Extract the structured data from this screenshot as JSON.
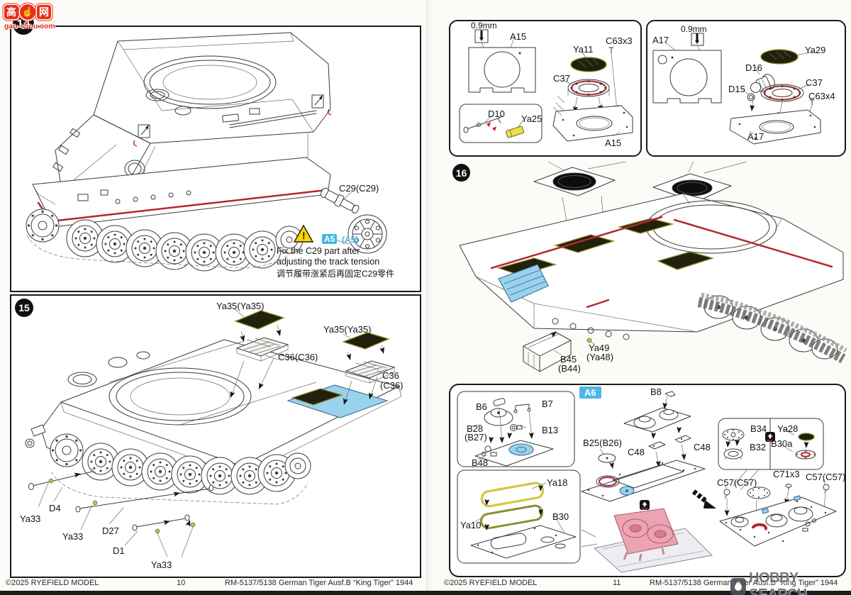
{
  "watermarks": {
    "gaoshou": {
      "cn1": "高",
      "cn2": "网",
      "thumb": "☝",
      "site": "gao-shou.com"
    },
    "hobbysearch": {
      "text": "HOBBY SEARCH"
    }
  },
  "colors": {
    "accent_blue": "#45b4e4",
    "glue_red": "#b5272d",
    "part_blue": "#9ad2ee",
    "mesh_olive": "#21210c",
    "warn_yellow": "#f7d700"
  },
  "left": {
    "s14": {
      "badge": "14",
      "c29": "C29(C29)",
      "warn": "!",
      "a5": "A5",
      "a5p": "(A5)",
      "n1": "Fix the C29 part after",
      "n2": "adjusting the track tension",
      "n3": "调节履带涨紧后再固定C29零件"
    },
    "s15": {
      "badge": "15",
      "ya35a": "Ya35(Ya35)",
      "ya35b": "Ya35(Ya35)",
      "c36a": "C36(C36)",
      "c36b1": "C36",
      "c36b2": "(C36)",
      "d4": "D4",
      "d27": "D27",
      "d1": "D1",
      "ya33a": "Ya33",
      "ya33b": "Ya33",
      "ya33c": "Ya33"
    },
    "footer": {
      "c": "©2025 RYEFIELD MODEL",
      "p": "10",
      "t": "RM-5137/5138 German Tiger Ausf.B “King Tiger” 1944"
    }
  },
  "right": {
    "pa15": {
      "mm": "0.9mm",
      "a15t": "A15",
      "d10": "D10",
      "ya25": "Ya25",
      "ya11": "Ya11",
      "c63": "C63x3",
      "c37": "C37",
      "a15b": "A15"
    },
    "pa17": {
      "a17t": "A17",
      "mm": "0.9mm",
      "ya29": "Ya29",
      "d16": "D16",
      "d15": "D15",
      "c37": "C37",
      "c63": "C63x4",
      "a17b": "A17"
    },
    "s16": {
      "badge": "16",
      "b45a": "B45",
      "b45b": "(B44)",
      "ya49a": "Ya49",
      "ya49b": "(Ya48)"
    },
    "a6": {
      "badge": "A6",
      "b6": "B6",
      "b7": "B7",
      "b28a": "B28",
      "b28b": "(B27)",
      "b13": "B13",
      "b48": "B48",
      "b8": "B8",
      "b25": "B25(B26)",
      "c48a": "C48",
      "c48b": "C48",
      "b34": "B34",
      "b32": "B32",
      "ya28": "Ya28",
      "b30a": "B30a",
      "ya18": "Ya18",
      "ya10": "Ya10",
      "b30": "B30",
      "c57a": "C57(C57)",
      "c71": "C71x3",
      "c57b": "C57(C57)"
    },
    "footer": {
      "c": "©2025 RYEFIELD MODEL",
      "p": "11",
      "t": "RM-5137/5138 German Tiger Ausf.B “King Tiger” 1944"
    }
  }
}
